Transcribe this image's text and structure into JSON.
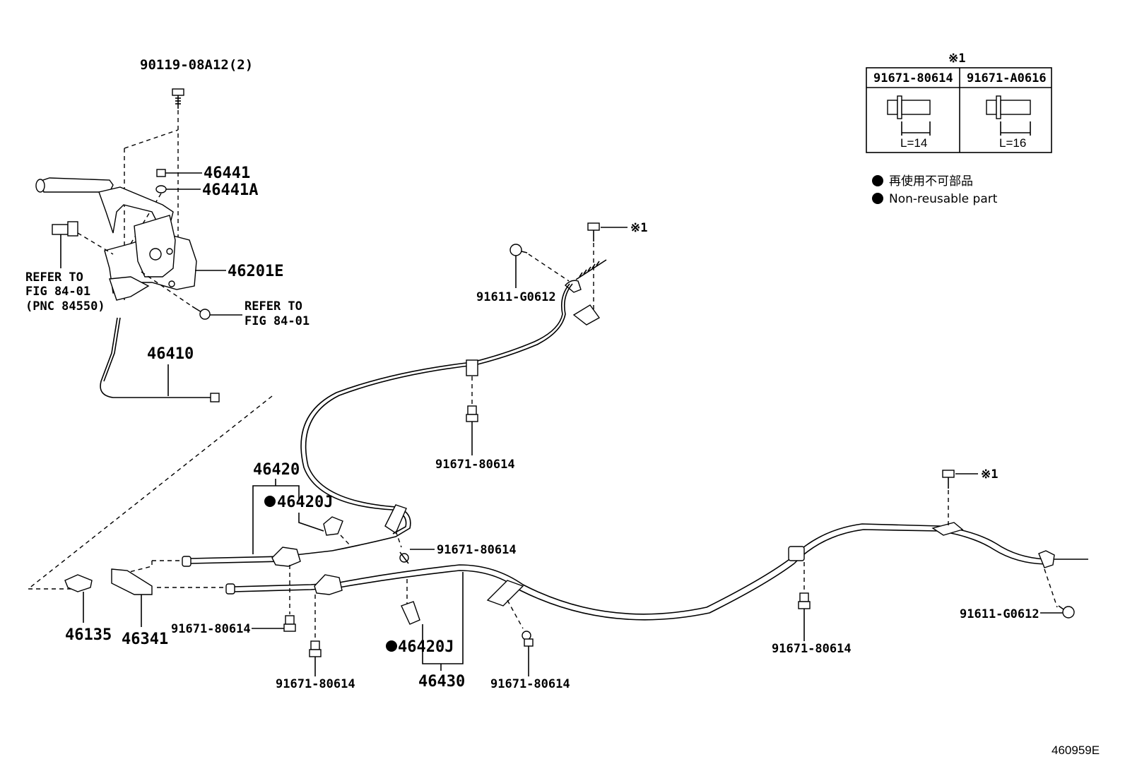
{
  "diagram": {
    "bolt_top": "90119-08A12(2)",
    "label_46441": "46441",
    "label_46441A": "46441A",
    "label_46201E": "46201E",
    "refer_left_1": "REFER TO",
    "refer_left_2": "FIG 84-01",
    "refer_left_3": "(PNC 84550)",
    "refer_right_1": "REFER TO",
    "refer_right_2": "FIG 84-01",
    "label_46410": "46410",
    "label_46420": "46420",
    "label_46420J_a": "46420J",
    "label_46420J_b": "46420J",
    "label_46430": "46430",
    "label_46135": "46135",
    "label_46341": "46341",
    "label_91611_upper": "91611-G0612",
    "label_91611_right": "91611-G0612",
    "label_mark1_upper": "※1",
    "label_mark1_right": "※1",
    "bolt_upper_center": "91671-80614",
    "bolt_mid": "91671-80614",
    "bolt_left_a": "91671-80614",
    "bolt_left_b": "91671-80614",
    "bolt_center_b": "91671-80614",
    "bolt_right": "91671-80614"
  },
  "table": {
    "mark": "※1",
    "col1_header": "91671-80614",
    "col2_header": "91671-A0616",
    "col1_length": "L=14",
    "col2_length": "L=16"
  },
  "legend": {
    "line1": "再使用不可部品",
    "line2": "Non-reusable part"
  },
  "figure_id": "460959E"
}
